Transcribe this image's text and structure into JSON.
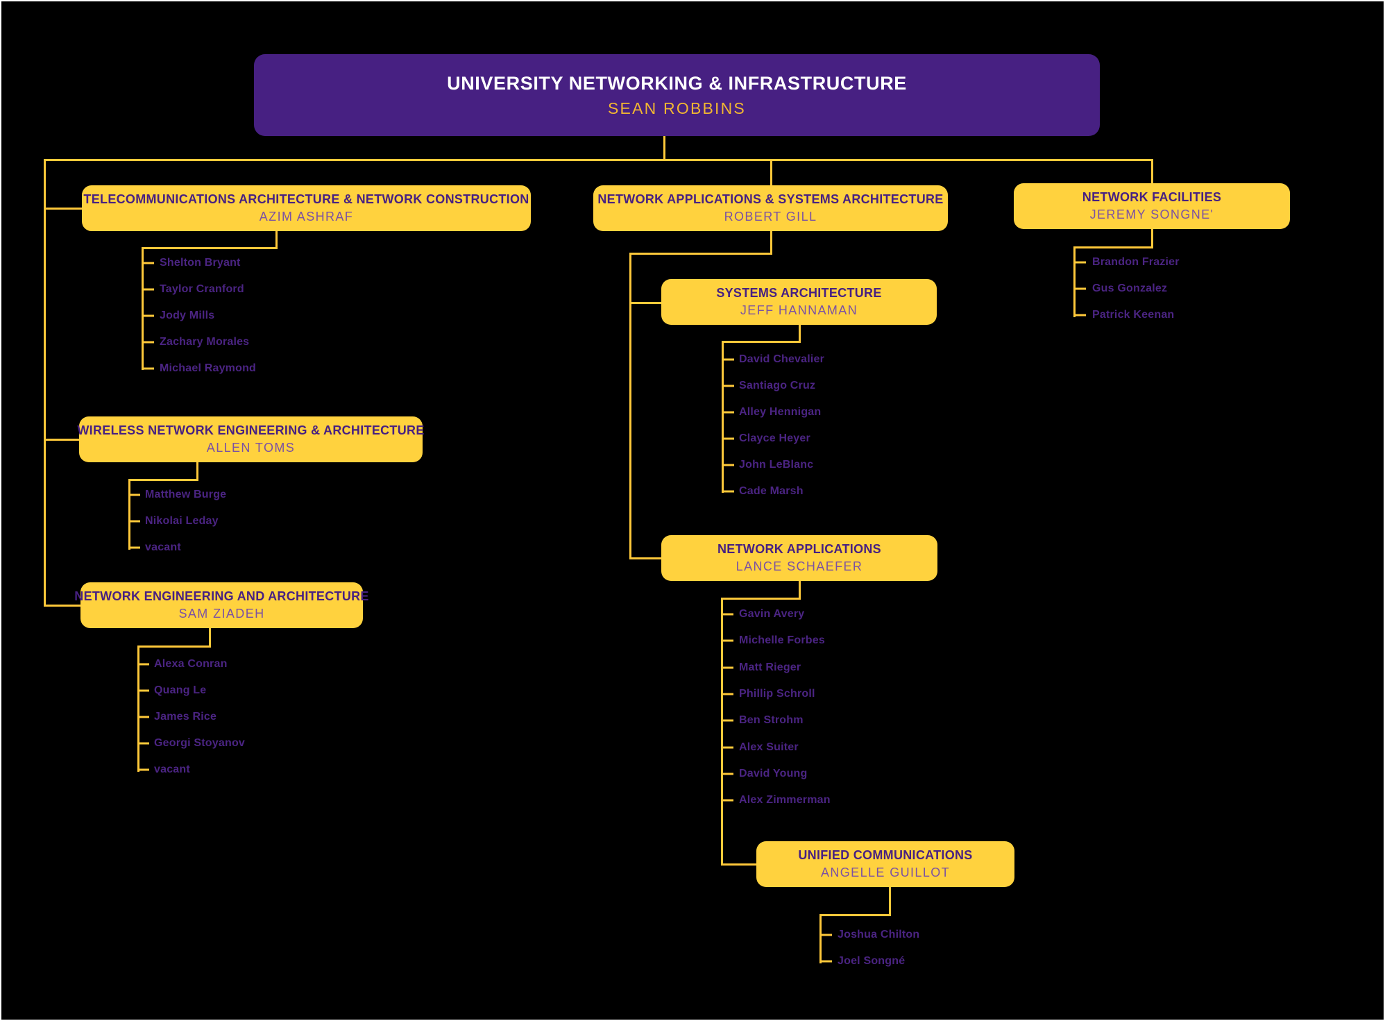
{
  "colors": {
    "bg": "#000000",
    "frame": "#ffffff",
    "line": "#ffc93a",
    "gold": "#ffd23e",
    "purple": "#472082",
    "lav": "#7b51a4",
    "name": "#4b2483",
    "rootname": "#f2b731",
    "roottitle": "#ffffff"
  },
  "root": {
    "title": "UNIVERSITY NETWORKING & INFRASTRUCTURE",
    "manager": "SEAN ROBBINS"
  },
  "branches": [
    {
      "title": "TELECOMMUNICATIONS ARCHITECTURE & NETWORK CONSTRUCTION",
      "manager": "AZIM ASHRAF",
      "staff": [
        "Shelton Bryant",
        "Taylor Cranford",
        "Jody Mills",
        "Zachary Morales",
        "Michael Raymond"
      ]
    },
    {
      "title": "WIRELESS NETWORK ENGINEERING & ARCHITECTURE",
      "manager": "ALLEN TOMS",
      "staff": [
        "Matthew Burge",
        "Nikolai Leday",
        "vacant"
      ]
    },
    {
      "title": "NETWORK ENGINEERING AND ARCHITECTURE",
      "manager": "SAM ZIADEH",
      "staff": [
        "Alexa Conran",
        "Quang Le",
        "James Rice",
        "Georgi Stoyanov",
        "vacant"
      ]
    },
    {
      "title": "NETWORK APPLICATIONS & SYSTEMS ARCHITECTURE",
      "manager": "ROBERT GILL",
      "staff": []
    },
    {
      "title": "SYSTEMS ARCHITECTURE",
      "manager": "JEFF HANNAMAN",
      "staff": [
        "David Chevalier",
        "Santiago Cruz",
        "Alley Hennigan",
        "Clayce Heyer",
        "John LeBlanc",
        "Cade Marsh"
      ]
    },
    {
      "title": "NETWORK APPLICATIONS",
      "manager": "LANCE SCHAEFER",
      "staff": [
        "Gavin Avery",
        "Michelle Forbes",
        "Matt Rieger",
        "Phillip Schroll",
        "Ben Strohm",
        "Alex Suiter",
        "David Young",
        "Alex Zimmerman"
      ]
    },
    {
      "title": "UNIFIED COMMUNICATIONS",
      "manager": "ANGELLE GUILLOT",
      "staff": [
        "Joshua Chilton",
        "Joel Songné"
      ]
    },
    {
      "title": "NETWORK FACILITIES",
      "manager": "JEREMY SONGNE'",
      "staff": [
        "Brandon Frazier",
        "Gus Gonzalez",
        "Patrick Keenan"
      ]
    }
  ]
}
